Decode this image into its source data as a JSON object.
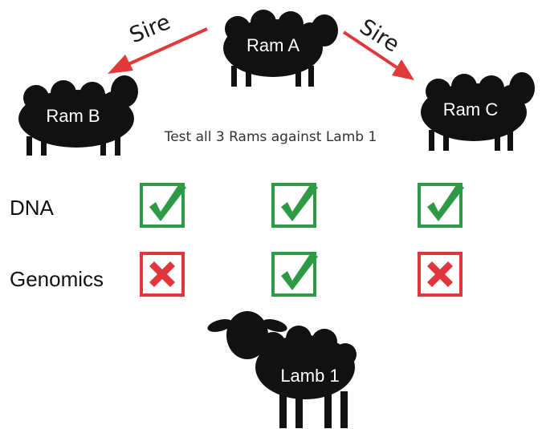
{
  "diagram": {
    "rams": [
      {
        "id": "ram_a",
        "label": "Ram A"
      },
      {
        "id": "ram_b",
        "label": "Ram B"
      },
      {
        "id": "ram_c",
        "label": "Ram C"
      }
    ],
    "sire_arrows": [
      {
        "from": "ram_a",
        "to": "ram_b",
        "label": "Sire"
      },
      {
        "from": "ram_a",
        "to": "ram_c",
        "label": "Sire"
      }
    ],
    "caption": "Test all 3 Rams against Lamb 1",
    "tests": [
      {
        "name": "DNA",
        "results": [
          "match",
          "match",
          "match"
        ]
      },
      {
        "name": "Genomics",
        "results": [
          "no-match",
          "match",
          "no-match"
        ]
      }
    ],
    "lamb": {
      "label": "Lamb 1"
    },
    "colors": {
      "arrow": "#e03a3a",
      "match": "#2e9a46",
      "no_match": "#e0353a",
      "sheep": "#111111"
    }
  }
}
